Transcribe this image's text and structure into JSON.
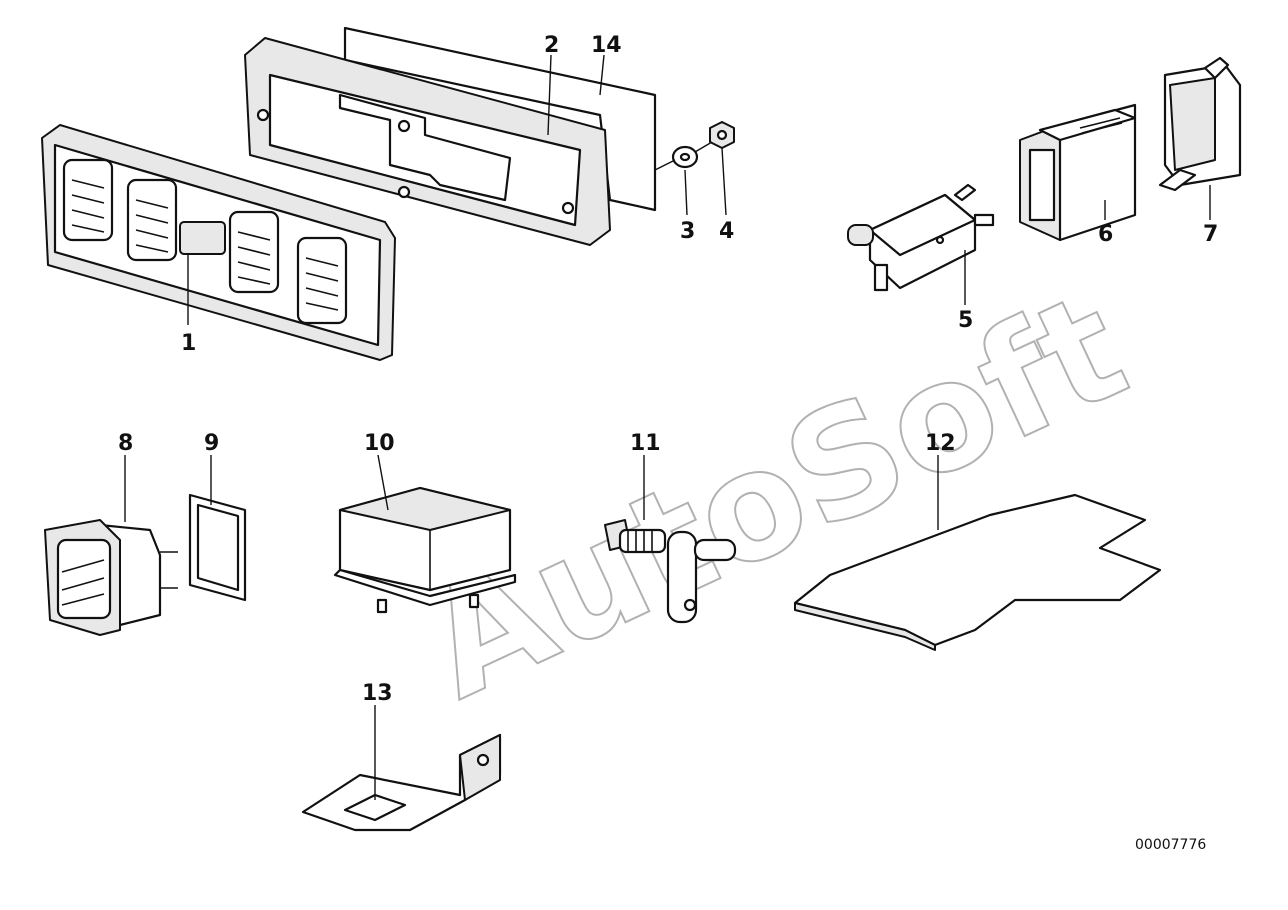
{
  "callouts": [
    "1",
    "2",
    "3",
    "4",
    "5",
    "6",
    "7",
    "8",
    "9",
    "10",
    "11",
    "12",
    "13",
    "14"
  ],
  "watermark": "AutoSoft",
  "diagram_code": "00007776"
}
